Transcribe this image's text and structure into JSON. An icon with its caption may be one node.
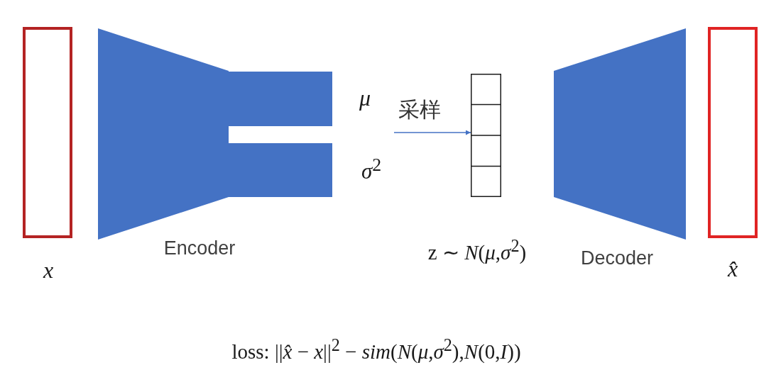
{
  "diagram": {
    "nodes": [
      {
        "text": [],
        "shape": "box",
        "beside": [
          "x"
        ]
      },
      {
        "text": [],
        "shape": "trapezoid",
        "beside": [
          "Encoder"
        ]
      },
      {
        "text": [],
        "shape": "box",
        "beside": [
          "μ"
        ]
      },
      {
        "text": [],
        "shape": "box",
        "beside": [
          "*σ*$^{2}$"
        ]
      },
      {
        "text": [],
        "shape": "grid",
        "beside": [
          "z ∼ *N*(*μ*,*σ*$^{2}$)"
        ]
      },
      {
        "text": [],
        "shape": "trapezoid",
        "beside": [
          "Decoder"
        ]
      },
      {
        "text": [],
        "shape": "box",
        "beside": [
          "x̂"
        ]
      }
    ],
    "edges": [
      {
        "from": null,
        "to": 4,
        "arrow": "to",
        "label": "采样"
      }
    ],
    "labels": [
      "loss: ||*x̂* − *x*||$^{2}$ − *sim*(*N*(*μ*,*σ*$^{2}$),*N*(0,*I*))"
    ]
  }
}
